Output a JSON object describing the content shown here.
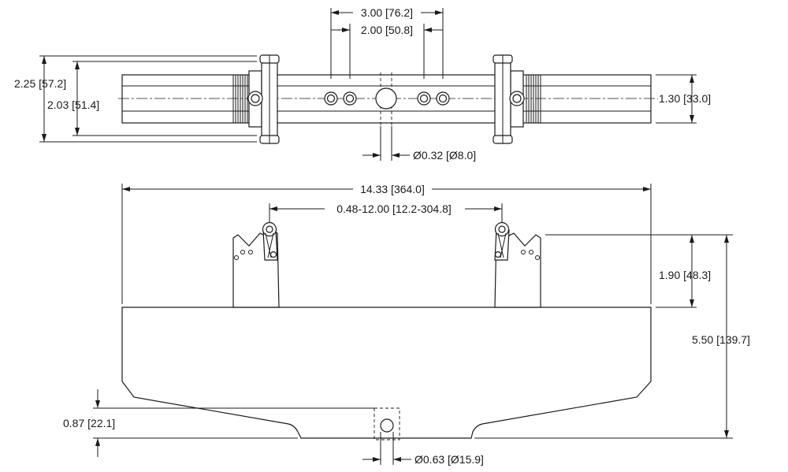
{
  "dimensions": {
    "top_hole_spacing_outer": "3.00 [76.2]",
    "top_hole_spacing_inner": "2.00 [50.8]",
    "top_overall_height": "2.25 [57.2]",
    "top_body_height": "2.03 [51.4]",
    "top_bar_height": "1.30 [33.0]",
    "top_hole_diameter": "Ø0.32 [Ø8.0]",
    "overall_length": "14.33 [364.0]",
    "span_range": "0.48-12.00 [12.2-304.8]",
    "jaw_height": "1.90 [48.3]",
    "overall_height": "5.50 [139.7]",
    "hole_offset": "0.87 [22.1]",
    "bottom_hole_diameter": "Ø0.63 [Ø15.9]"
  },
  "colors": {
    "line": "#1a1a1a",
    "background": "#ffffff"
  }
}
